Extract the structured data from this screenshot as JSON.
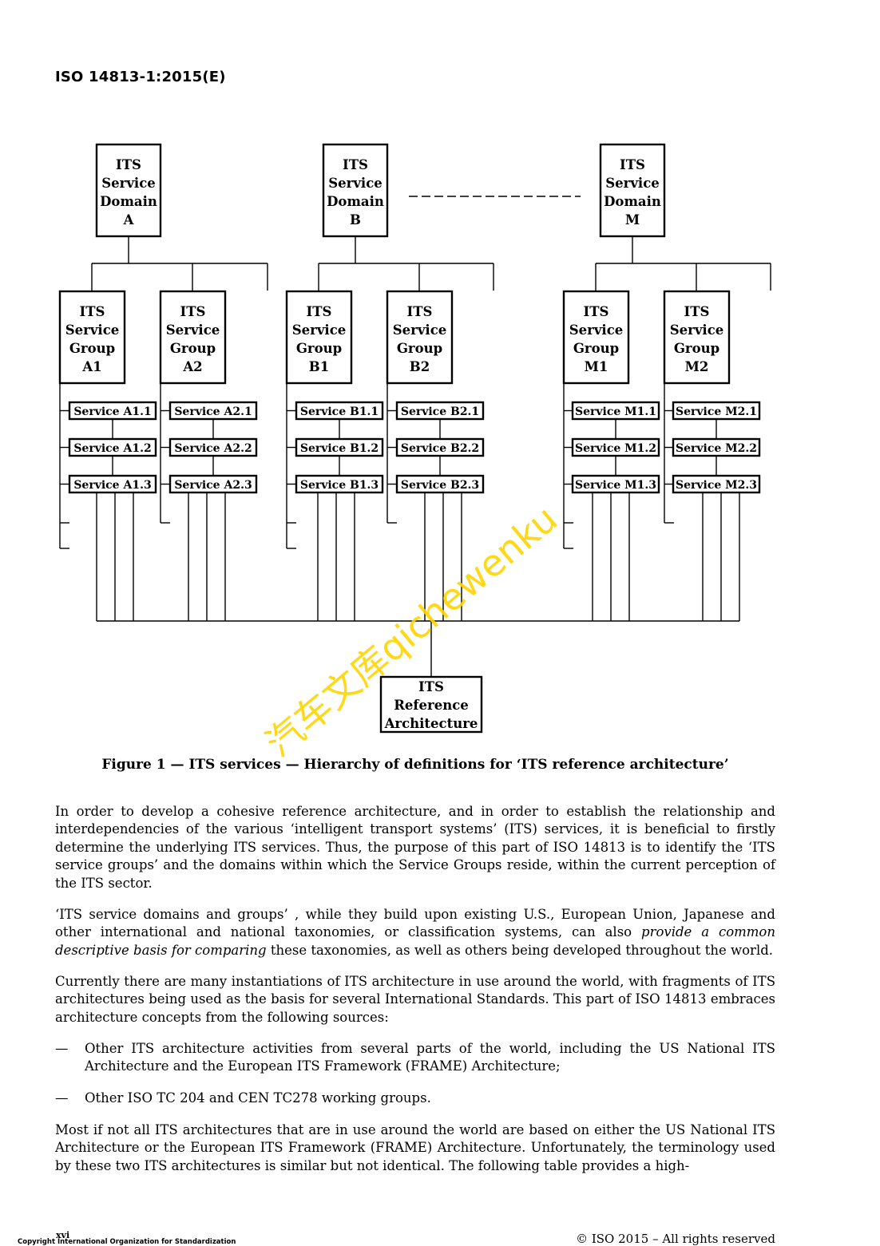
{
  "header": {
    "standard_id": "ISO 14813-1:2015(E)"
  },
  "figure": {
    "domain_line1": "ITS",
    "domain_line2": "Service",
    "domain_line3": "Domain",
    "domains": [
      "A",
      "B",
      "M"
    ],
    "group_line1": "ITS",
    "group_line2": "Service",
    "group_line3": "Group",
    "groups": [
      "A1",
      "A2",
      "B1",
      "B2",
      "M1",
      "M2"
    ],
    "services": [
      [
        "Service A1.1",
        "Service A1.2",
        "Service A1.3"
      ],
      [
        "Service A2.1",
        "Service A2.2",
        "Service A2.3"
      ],
      [
        "Service B1.1",
        "Service B1.2",
        "Service B1.3"
      ],
      [
        "Service B2.1",
        "Service B2.2",
        "Service B2.3"
      ],
      [
        "Service M1.1",
        "Service M1.2",
        "Service M1.3"
      ],
      [
        "Service M2.1",
        "Service M2.2",
        "Service M2.3"
      ]
    ],
    "reference": [
      "ITS",
      "Reference",
      "Architecture"
    ],
    "caption": "Figure 1 — ITS services — Hierarchy of definitions for ‘ITS reference architecture’"
  },
  "body": {
    "p1": "In order to develop a cohesive reference architecture, and in order to establish the relationship and interdependencies of the various ‘intelligent transport systems’ (ITS) services, it is beneficial to firstly determine the underlying ITS services. Thus, the purpose of this part of ISO 14813 is to identify the ‘ITS service groups’ and the domains within which the Service Groups reside, within the current perception of the ITS sector.",
    "p2_a": "‘ITS service domains and groups’ , while they build upon existing U.S., European Union, Japanese and other international and national taxonomies, or classification systems, can also ",
    "p2_em": "provide a common descriptive basis for comparing",
    "p2_b": " these taxonomies, as well as others being developed throughout the world.",
    "p3": "Currently there are many instantiations of ITS architecture in use around the world, with fragments of ITS architectures being used as the basis for several International Standards. This part of ISO 14813 embraces architecture concepts from the following sources:",
    "list_marker": "—",
    "li1": "Other ITS architecture activities from several parts of the world, including the US National ITS Architecture and the European ITS Framework (FRAME) Architecture;",
    "li2": "Other ISO TC 204 and CEN TC278 working groups.",
    "p4": "Most if not all ITS architectures that are in use around the world are based on either the US National ITS Architecture or the European ITS Framework (FRAME) Architecture. Unfortunately, the terminology used by these two ITS architectures is similar but not identical. The following table provides a high-"
  },
  "footer": {
    "page_number": "xvi",
    "copyright_left": "Copyright International Organization for Standardization",
    "copyright_right": "© ISO 2015 – All rights reserved"
  },
  "watermark": {
    "text": "汽车文库qichewenku"
  }
}
